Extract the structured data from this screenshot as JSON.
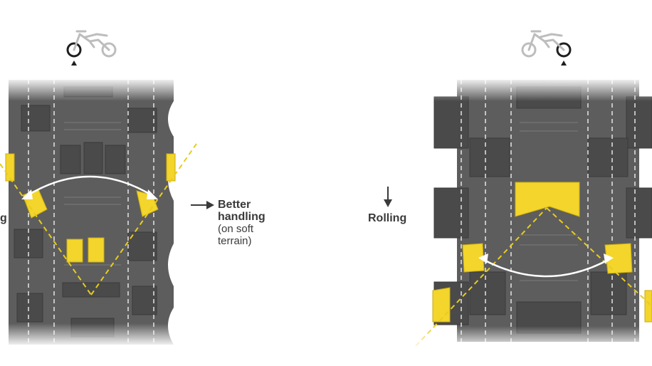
{
  "labels": {
    "front_line1": "Better",
    "front_line2": "handling",
    "front_line3": "(on soft",
    "front_line4": "terrain)",
    "rear": "Rolling",
    "left_edge_fragment": "g"
  },
  "icons": {
    "front": "front-wheel-motorcycle-icon",
    "rear": "rear-wheel-motorcycle-icon"
  },
  "colors": {
    "highlight": "#f3d52b",
    "guide": "#e8cc1e",
    "tread": "#5a5a5a",
    "text": "#3a3a3a"
  }
}
